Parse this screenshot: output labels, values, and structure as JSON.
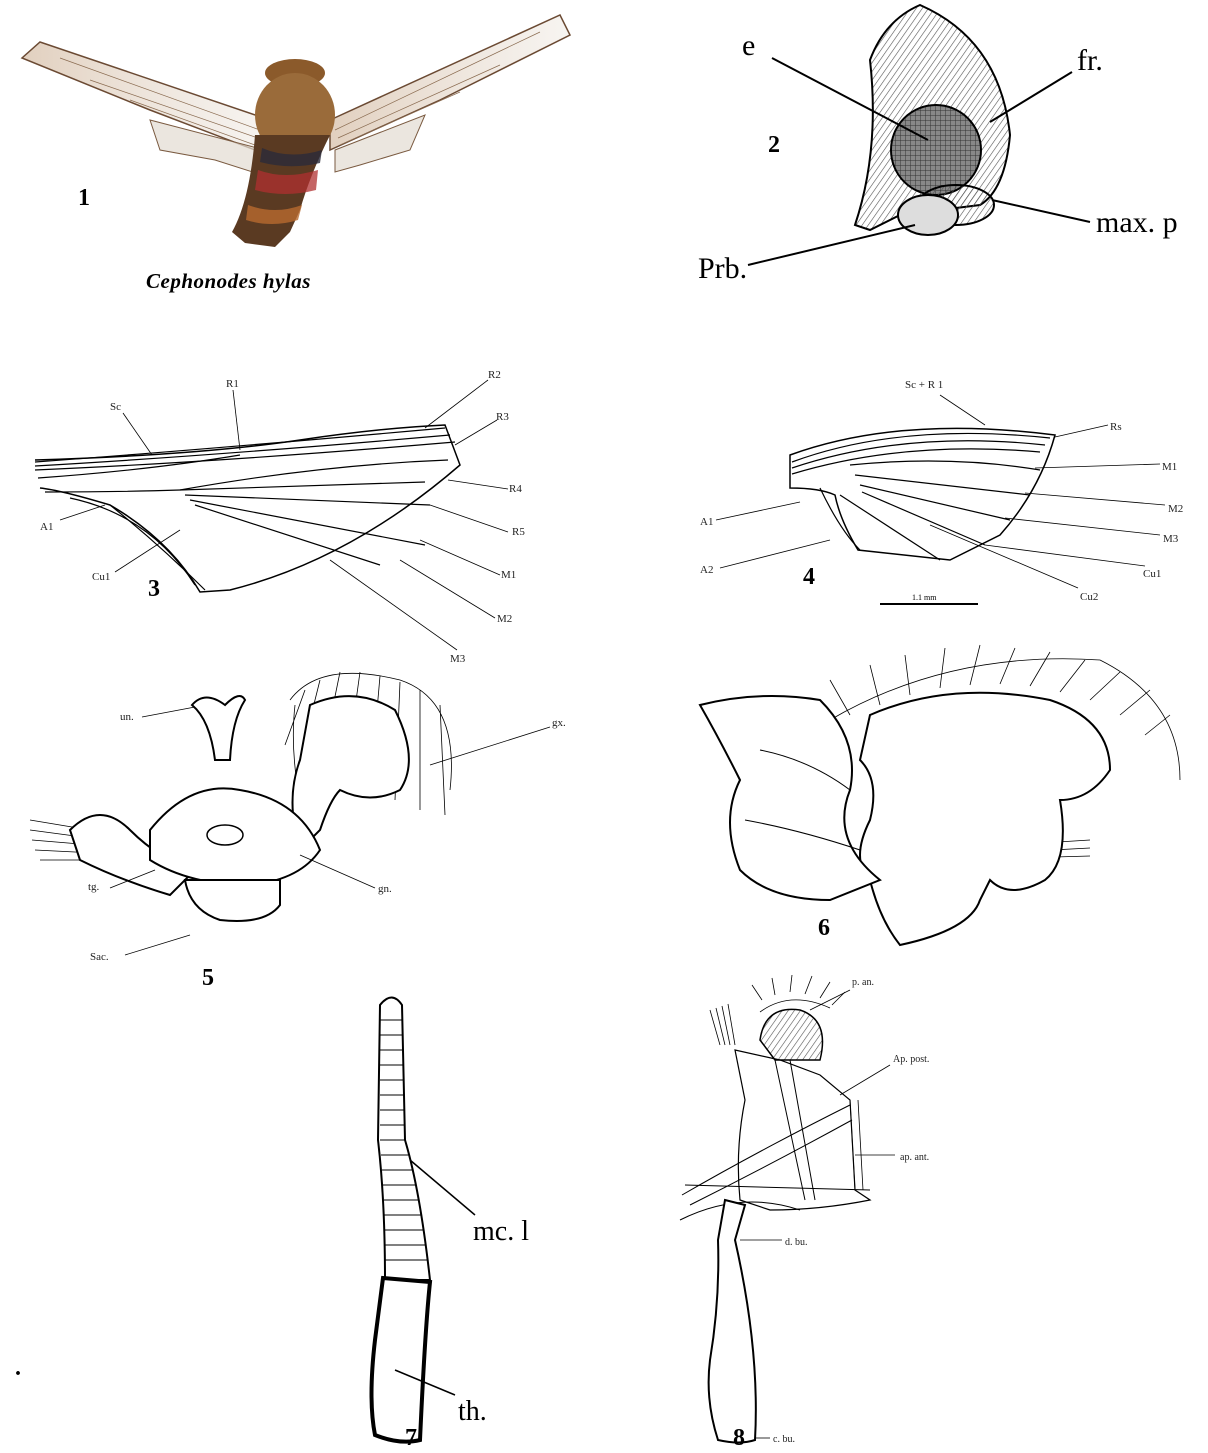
{
  "plate": {
    "species_caption": "Cephonodes hylas",
    "stray_mark": ".",
    "figures": [
      {
        "number": "1"
      },
      {
        "number": "2",
        "labels": {
          "eye": "e",
          "frons": "fr.",
          "maxillary_palp": "max. p",
          "proboscis": "Prb."
        }
      },
      {
        "number": "3",
        "labels": {
          "sc": "Sc",
          "r1": "R1",
          "r2": "R2",
          "r3": "R3",
          "r4": "R4",
          "r5": "R5",
          "m1": "M1",
          "m2": "M2",
          "m3": "M3",
          "cu1": "Cu1",
          "a1": "A1"
        }
      },
      {
        "number": "4",
        "labels": {
          "sc_r1": "Sc + R 1",
          "rs": "Rs",
          "m1": "M1",
          "m2": "M2",
          "m3": "M3",
          "cu1": "Cu1",
          "cu2": "Cu2",
          "a1": "A1",
          "a2": "A2"
        },
        "scale_label": "1.1 mm"
      },
      {
        "number": "5",
        "labels": {
          "unc": "un.",
          "val": "gx.",
          "teg": "tg.",
          "gn": "gn.",
          "sac": "Sac."
        }
      },
      {
        "number": "6"
      },
      {
        "number": "7",
        "labels": {
          "mc": "mc. l",
          "th": "th."
        }
      },
      {
        "number": "8",
        "labels": {
          "p_ant": "p. an.",
          "ap_post": "Ap. post.",
          "ap_ant": "ap. ant.",
          "d_bu": "d. bu.",
          "c_bu": "c. bu."
        }
      }
    ]
  }
}
